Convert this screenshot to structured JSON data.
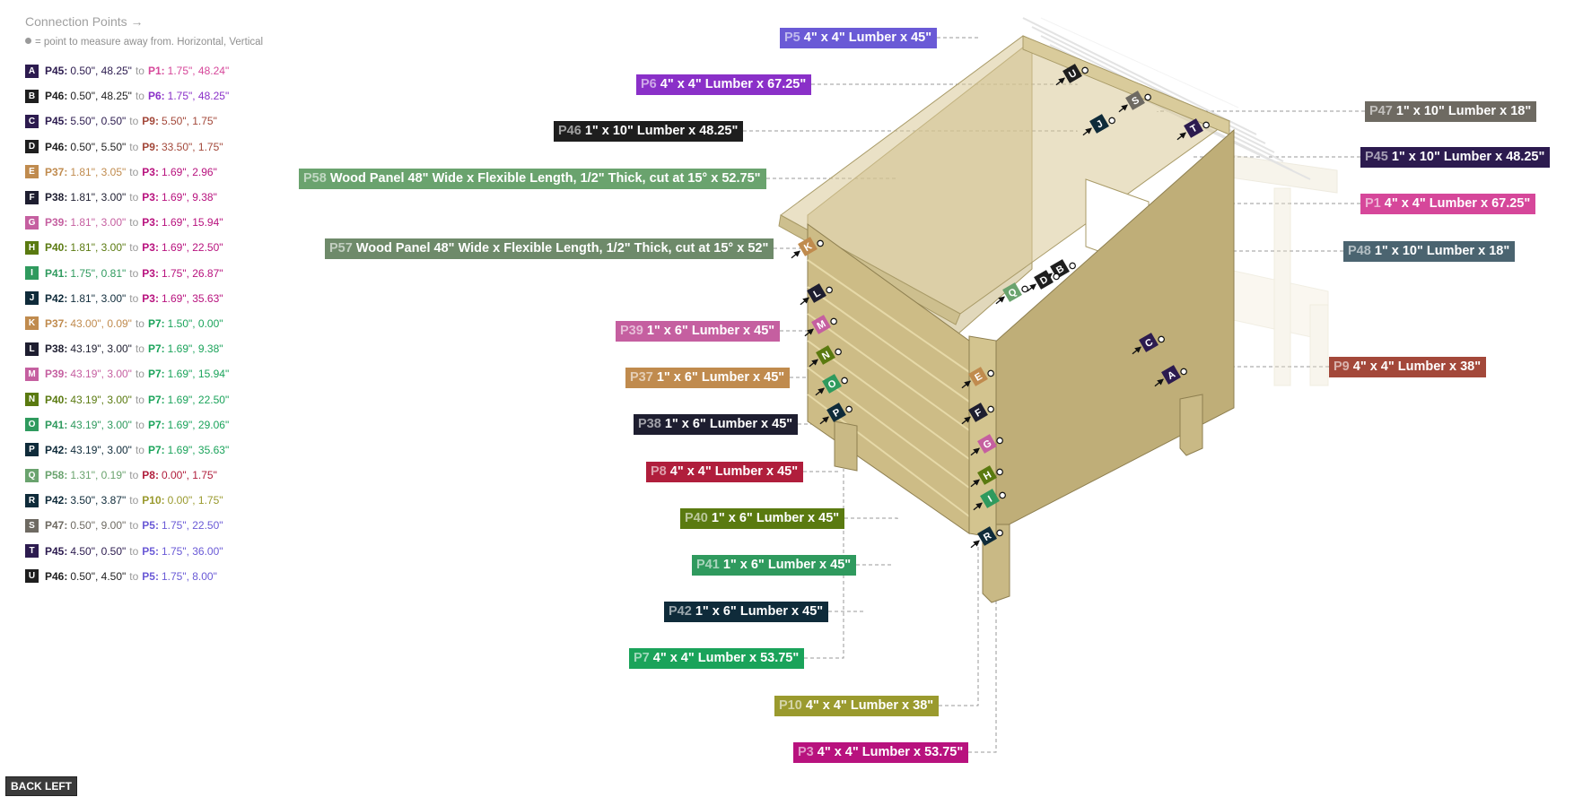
{
  "legend": {
    "title": "Connection Points →",
    "note": "= point to measure away from. Horizontal, Vertical"
  },
  "connections": [
    {
      "letter": "A",
      "from": "P45",
      "from_xy": "0.50\", 48.25\"",
      "to": "P1",
      "to_xy": "1.75\", 48.24\"",
      "color": "#2c1b4f",
      "from_color": "#2c1b4f",
      "to_color": "#d6479a"
    },
    {
      "letter": "B",
      "from": "P46",
      "from_xy": "0.50\", 48.25\"",
      "to": "P6",
      "to_xy": "1.75\", 48.25\"",
      "color": "#1e1e1e",
      "from_color": "#1e1e1e",
      "to_color": "#8a30c8"
    },
    {
      "letter": "C",
      "from": "P45",
      "from_xy": "5.50\", 0.50\"",
      "to": "P9",
      "to_xy": "5.50\", 1.75\"",
      "color": "#2c1b4f",
      "from_color": "#2c1b4f",
      "to_color": "#a3483a"
    },
    {
      "letter": "D",
      "from": "P46",
      "from_xy": "0.50\", 5.50\"",
      "to": "P9",
      "to_xy": "33.50\", 1.75\"",
      "color": "#1e1e1e",
      "from_color": "#1e1e1e",
      "to_color": "#a3483a"
    },
    {
      "letter": "E",
      "from": "P37",
      "from_xy": "1.81\", 3.05\"",
      "to": "P3",
      "to_xy": "1.69\", 2.96\"",
      "color": "#c08b4e",
      "from_color": "#c08b4e",
      "to_color": "#b8127e"
    },
    {
      "letter": "F",
      "from": "P38",
      "from_xy": "1.81\", 3.00\"",
      "to": "P3",
      "to_xy": "1.69\", 9.38\"",
      "color": "#1e1e30",
      "from_color": "#1e1e30",
      "to_color": "#b8127e"
    },
    {
      "letter": "G",
      "from": "P39",
      "from_xy": "1.81\", 3.00\"",
      "to": "P3",
      "to_xy": "1.69\", 15.94\"",
      "color": "#c55fa0",
      "from_color": "#c55fa0",
      "to_color": "#b8127e"
    },
    {
      "letter": "H",
      "from": "P40",
      "from_xy": "1.81\", 3.00\"",
      "to": "P3",
      "to_xy": "1.69\", 22.50\"",
      "color": "#5a7a10",
      "from_color": "#5a7a10",
      "to_color": "#b8127e"
    },
    {
      "letter": "I",
      "from": "P41",
      "from_xy": "1.75\", 0.81\"",
      "to": "P3",
      "to_xy": "1.75\", 26.87\"",
      "color": "#2f9a5e",
      "from_color": "#2f9a5e",
      "to_color": "#b8127e"
    },
    {
      "letter": "J",
      "from": "P42",
      "from_xy": "1.81\", 3.00\"",
      "to": "P3",
      "to_xy": "1.69\", 35.63\"",
      "color": "#0f2b3a",
      "from_color": "#0f2b3a",
      "to_color": "#b8127e"
    },
    {
      "letter": "K",
      "from": "P37",
      "from_xy": "43.00\", 0.09\"",
      "to": "P7",
      "to_xy": "1.50\", 0.00\"",
      "color": "#c08b4e",
      "from_color": "#c08b4e",
      "to_color": "#1aa35a"
    },
    {
      "letter": "L",
      "from": "P38",
      "from_xy": "43.19\", 3.00\"",
      "to": "P7",
      "to_xy": "1.69\", 9.38\"",
      "color": "#1e1e30",
      "from_color": "#1e1e30",
      "to_color": "#1aa35a"
    },
    {
      "letter": "M",
      "from": "P39",
      "from_xy": "43.19\", 3.00\"",
      "to": "P7",
      "to_xy": "1.69\", 15.94\"",
      "color": "#c55fa0",
      "from_color": "#c55fa0",
      "to_color": "#1aa35a"
    },
    {
      "letter": "N",
      "from": "P40",
      "from_xy": "43.19\", 3.00\"",
      "to": "P7",
      "to_xy": "1.69\", 22.50\"",
      "color": "#5a7a10",
      "from_color": "#5a7a10",
      "to_color": "#1aa35a"
    },
    {
      "letter": "O",
      "from": "P41",
      "from_xy": "43.19\", 3.00\"",
      "to": "P7",
      "to_xy": "1.69\", 29.06\"",
      "color": "#2f9a5e",
      "from_color": "#2f9a5e",
      "to_color": "#1aa35a"
    },
    {
      "letter": "P",
      "from": "P42",
      "from_xy": "43.19\", 3.00\"",
      "to": "P7",
      "to_xy": "1.69\", 35.63\"",
      "color": "#0f2b3a",
      "from_color": "#0f2b3a",
      "to_color": "#1aa35a"
    },
    {
      "letter": "Q",
      "from": "P58",
      "from_xy": "1.31\", 0.19\"",
      "to": "P8",
      "to_xy": "0.00\", 1.75\"",
      "color": "#6aa36e",
      "from_color": "#6aa36e",
      "to_color": "#b01e3c"
    },
    {
      "letter": "R",
      "from": "P42",
      "from_xy": "3.50\", 3.87\"",
      "to": "P10",
      "to_xy": "0.00\", 1.75\"",
      "color": "#0f2b3a",
      "from_color": "#0f2b3a",
      "to_color": "#9a9a2e"
    },
    {
      "letter": "S",
      "from": "P47",
      "from_xy": "0.50\", 9.00\"",
      "to": "P5",
      "to_xy": "1.75\", 22.50\"",
      "color": "#6e6a62",
      "from_color": "#6e6a62",
      "to_color": "#6a5ad6"
    },
    {
      "letter": "T",
      "from": "P45",
      "from_xy": "4.50\", 0.50\"",
      "to": "P5",
      "to_xy": "1.75\", 36.00\"",
      "color": "#2c1b4f",
      "from_color": "#2c1b4f",
      "to_color": "#6a5ad6"
    },
    {
      "letter": "U",
      "from": "P46",
      "from_xy": "0.50\", 4.50\"",
      "to": "P5",
      "to_xy": "1.75\", 8.00\"",
      "color": "#1e1e1e",
      "from_color": "#1e1e1e",
      "to_color": "#6a5ad6"
    }
  ],
  "parts": [
    {
      "id": "P5",
      "desc": "4\" x 4\" Lumber x 45\"",
      "color": "#6a5ad6"
    },
    {
      "id": "P6",
      "desc": "4\" x 4\" Lumber x 67.25\"",
      "color": "#8a30c8"
    },
    {
      "id": "P46",
      "desc": "1\" x 10\" Lumber  x 48.25\"",
      "color": "#1e1e1e"
    },
    {
      "id": "P58",
      "desc": "Wood Panel 48\" Wide x Flexible Length, 1/2\" Thick, cut at 15° x 52.75\"",
      "color": "#6aa36e"
    },
    {
      "id": "P57",
      "desc": "Wood Panel 48\" Wide x Flexible Length, 1/2\" Thick, cut at 15° x 52\"",
      "color": "#6e8a6a"
    },
    {
      "id": "P39",
      "desc": "1\" x 6\" Lumber x 45\"",
      "color": "#c55fa0"
    },
    {
      "id": "P37",
      "desc": "1\" x 6\" Lumber x 45\"",
      "color": "#c08b4e"
    },
    {
      "id": "P38",
      "desc": "1\" x 6\" Lumber x 45\"",
      "color": "#1e1e30"
    },
    {
      "id": "P8",
      "desc": "4\" x 4\" Lumber x 45\"",
      "color": "#b01e3c"
    },
    {
      "id": "P40",
      "desc": "1\" x 6\" Lumber x 45\"",
      "color": "#5a7a10"
    },
    {
      "id": "P41",
      "desc": "1\" x 6\" Lumber x 45\"",
      "color": "#2f9a5e"
    },
    {
      "id": "P42",
      "desc": "1\" x 6\" Lumber x 45\"",
      "color": "#0f2b3a"
    },
    {
      "id": "P7",
      "desc": "4\" x 4\" Lumber x 53.75\"",
      "color": "#1aa35a"
    },
    {
      "id": "P10",
      "desc": "4\" x 4\" Lumber x 38\"",
      "color": "#9a9a2e"
    },
    {
      "id": "P3",
      "desc": "4\" x 4\" Lumber x 53.75\"",
      "color": "#b8127e"
    },
    {
      "id": "P47",
      "desc": "1\" x 10\" Lumber  x 18\"",
      "color": "#6e6a62"
    },
    {
      "id": "P45",
      "desc": "1\" x 10\" Lumber  x 48.25\"",
      "color": "#2c1b4f"
    },
    {
      "id": "P1",
      "desc": "4\" x 4\" Lumber x 67.25\"",
      "color": "#d6479a"
    },
    {
      "id": "P48",
      "desc": "1\" x 10\" Lumber  x 18\"",
      "color": "#4b6470"
    },
    {
      "id": "P9",
      "desc": "4\" x 4\" Lumber x 38\"",
      "color": "#a3483a"
    }
  ],
  "view_button": "BACK LEFT"
}
